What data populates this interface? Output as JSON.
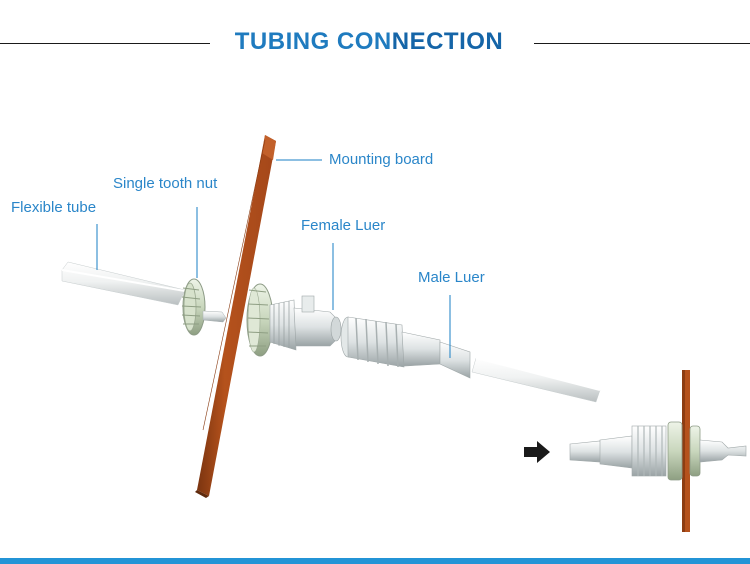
{
  "title": {
    "part1": "TUBING CON",
    "part2": "NECTION"
  },
  "labels": {
    "mounting_board": "Mounting board",
    "single_tooth_nut": "Single tooth nut",
    "flexible_tube": "Flexible tube",
    "female_luer": "Female Luer",
    "male_luer": "Male Luer"
  },
  "colors": {
    "accent": "#1f7bbf",
    "label": "#2a86c9",
    "board": "#b5521c",
    "bottom_bar": "#2394d6"
  },
  "icons": {
    "arrow": "arrow-right-icon"
  }
}
